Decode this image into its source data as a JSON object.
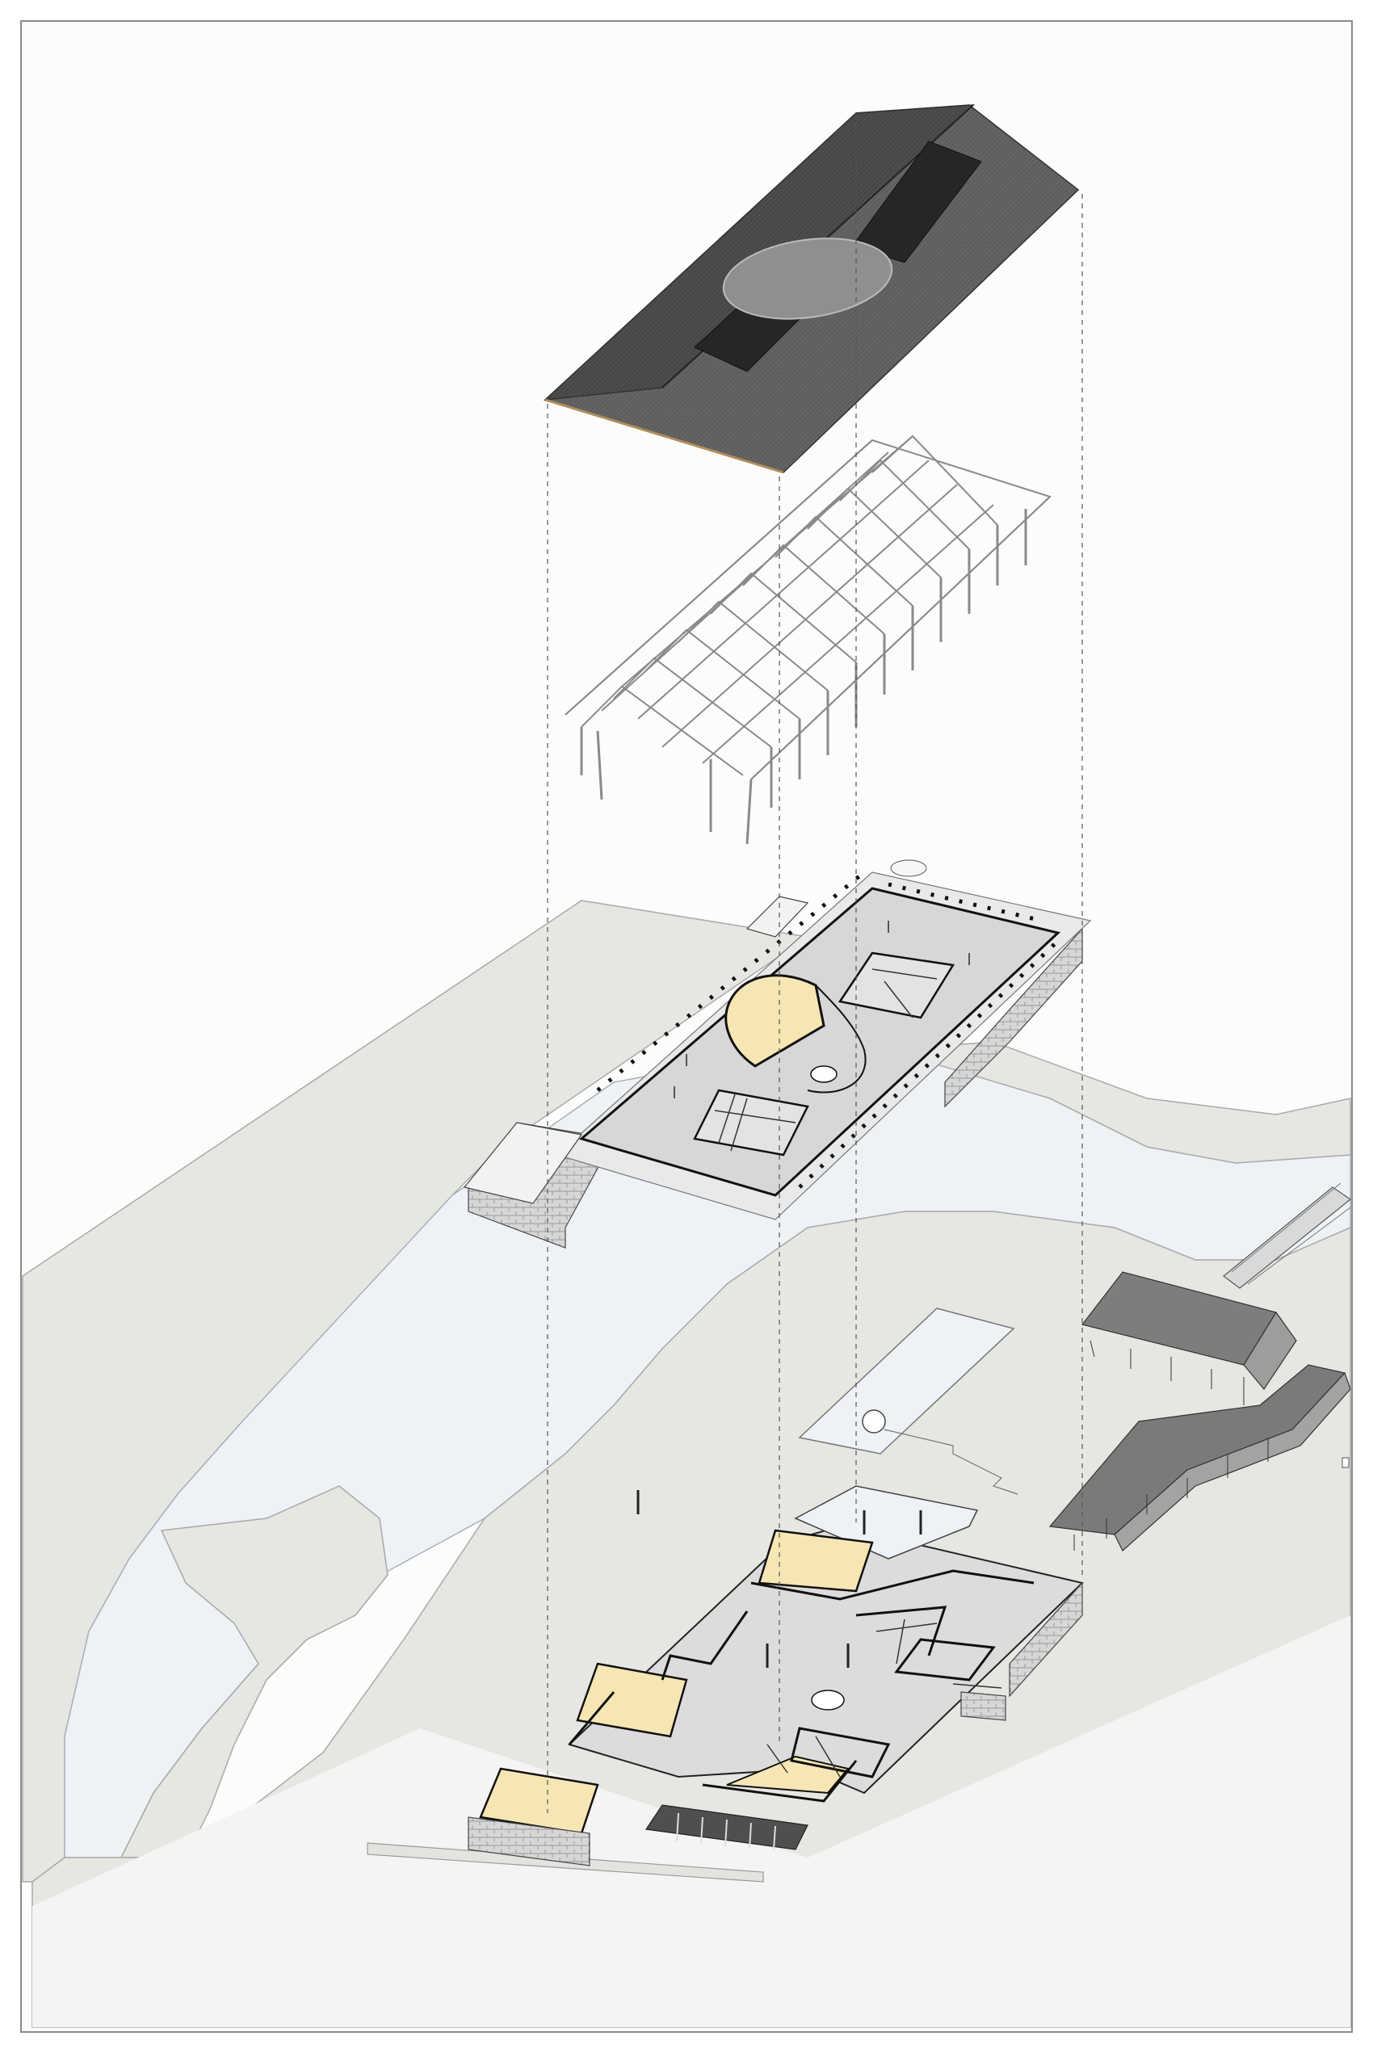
{
  "drawing": {
    "kind": "exploded-axonometric",
    "layers": [
      "roof",
      "timber-structure",
      "upper-floor",
      "ground-floor-site"
    ]
  },
  "colors": {
    "paper": "#fdfcfd",
    "frame": "#8a8a8a",
    "land": "#e6e7e2",
    "water": "#eef2f6",
    "roof": "#5b5b5b",
    "roof_dark": "#3e3e3e",
    "roof_light": "#8f8f8f",
    "skylight": "#262626",
    "floor": "#d8d8d8",
    "wall": "#111111",
    "accent_yellow": "#f6e6b3",
    "stone": "#cfcfcf",
    "guide": "#555555"
  },
  "icons": [
    "compass-none"
  ]
}
